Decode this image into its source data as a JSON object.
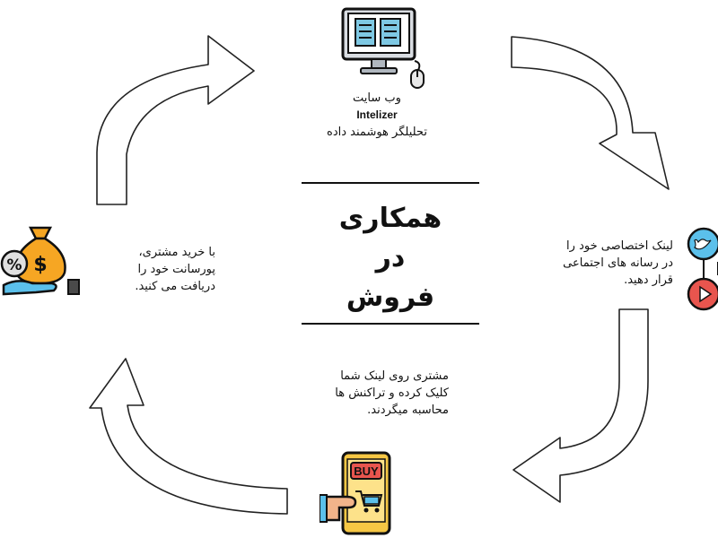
{
  "website": {
    "line1": "وب سایت",
    "brand": "Intelizer",
    "line2": "تحلیلگر هوشمند داده"
  },
  "link": {
    "line1": "لینک اختصاصی خود را",
    "line2": "در رسانه های اجتماعی",
    "line3": "قرار دهید."
  },
  "buyer": {
    "line1": "با خرید مشتری،",
    "line2": "پورسانت خود را",
    "line3": "دریافت می کنید."
  },
  "click": {
    "line1": "مشتری روی لینک شما",
    "line2": "کلیک کرده و تراکنش ها",
    "line3": "محاسبه میگردند."
  },
  "center": {
    "line1": "همکاری",
    "line2": "در",
    "line3": "فروش"
  },
  "icons": {
    "computer": "computer-monitor-icon",
    "social": "social-media-icon",
    "buy": "buy-phone-icon",
    "money": "money-bag-icon"
  },
  "buy_button_label": "BUY"
}
